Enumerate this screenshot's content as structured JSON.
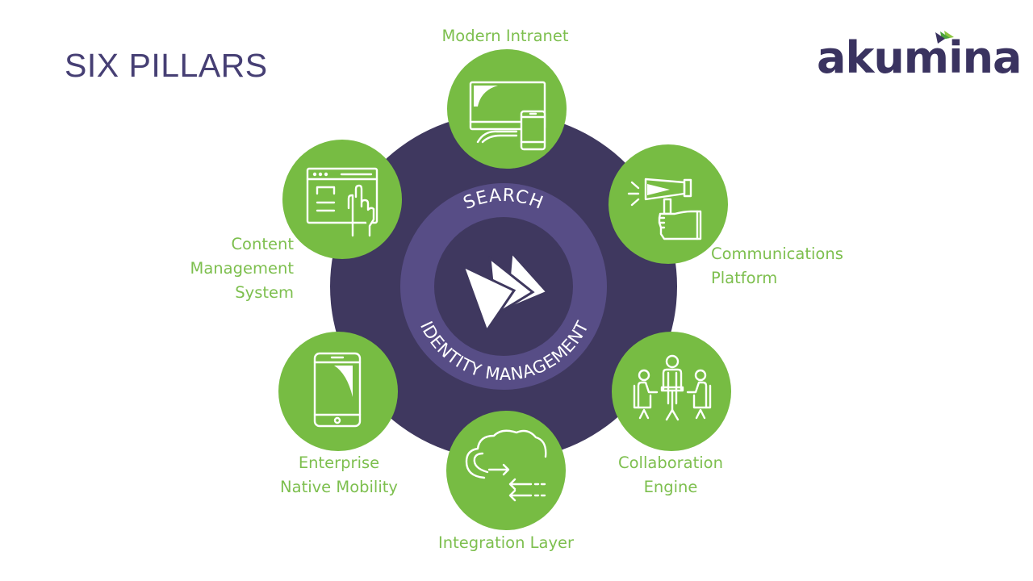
{
  "slide": {
    "title": "SIX PILLARS",
    "logo_text": "akumina"
  },
  "center": {
    "top_ring_text": "SEARCH",
    "bottom_ring_text": "IDENTITY MANAGEMENT",
    "logo_icon": "akumina-arrows-icon"
  },
  "pillars": [
    {
      "id": "modern-intranet",
      "line1": "Modern Intranet",
      "line2": "",
      "line3": "",
      "icon": "monitor-phone-icon"
    },
    {
      "id": "content-management-system",
      "line1": "Content",
      "line2": "Management",
      "line3": "System",
      "icon": "browser-pointer-icon"
    },
    {
      "id": "communications-platform",
      "line1": "Communications",
      "line2": "Platform",
      "line3": "",
      "icon": "megaphone-icon"
    },
    {
      "id": "enterprise-native-mobility",
      "line1": "Enterprise",
      "line2": "Native Mobility",
      "line3": "",
      "icon": "smartphone-icon"
    },
    {
      "id": "collaboration-engine",
      "line1": "Collaboration",
      "line2": "Engine",
      "line3": "",
      "icon": "meeting-people-icon"
    },
    {
      "id": "integration-layer",
      "line1": "Integration Layer",
      "line2": "",
      "line3": "",
      "icon": "cloud-sync-icon"
    }
  ],
  "colors": {
    "title": "#463f74",
    "hub": "#3f385f",
    "ring": "#574d86",
    "pillar_green": "#77bc43",
    "label_green": "#7dbf4e",
    "logo_green": "#6cbf3f"
  }
}
